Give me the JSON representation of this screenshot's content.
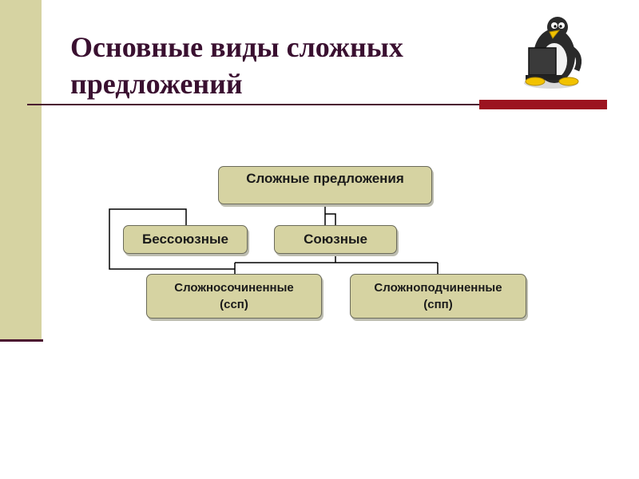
{
  "slide": {
    "title_line1": "Основные виды сложных",
    "title_line2": "предложений"
  },
  "diagram": {
    "root": "Сложные предложения",
    "level2": [
      "Бессоюзные",
      "Союзные"
    ],
    "level3": [
      {
        "line1": "Сложносочиненные",
        "line2": "(ссп)"
      },
      {
        "line1": "Сложноподчиненные",
        "line2": "(спп)"
      }
    ]
  },
  "colors": {
    "node_fill": "#d6d3a2",
    "sidebar": "#d6d3a2",
    "title_text": "#3a1030",
    "accent_bar": "#9c1420"
  },
  "icons": [
    "penguin-with-laptop-icon"
  ]
}
